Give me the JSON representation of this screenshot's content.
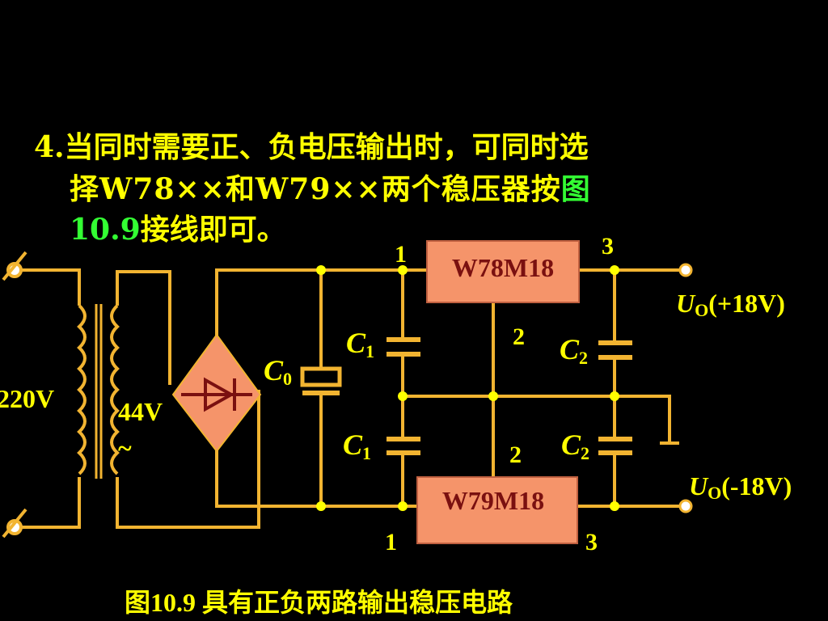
{
  "paragraph": {
    "line1": "4.当同时需要正、负电压输出时，可同时选",
    "line2": "择W78××和W79××两个稳压器按",
    "line2_link": "图",
    "line3_link": "10.9",
    "line3_rest": "接线即可。"
  },
  "circuit": {
    "input_voltage": "220V",
    "secondary_voltage": "44V",
    "ac_symbol": "~",
    "c0": {
      "letter": "C",
      "sub": "0"
    },
    "c1": {
      "letter": "C",
      "sub": "1"
    },
    "c2": {
      "letter": "C",
      "sub": "2"
    },
    "ic_positive": "W78M18",
    "ic_negative": "W79M18",
    "pins": {
      "in": "1",
      "gnd": "2",
      "out": "3"
    },
    "out_pos": {
      "letter": "U",
      "sub": "O",
      "value": "(+18V)"
    },
    "out_neg": {
      "letter": "U",
      "sub": "O",
      "value": "(-18V)"
    }
  },
  "caption": "图10.9 具有正负两路输出稳压电路",
  "colors": {
    "text": "#ffff00",
    "link": "#33ff33",
    "wire": "#f2b431",
    "component_fill": "#f5946a",
    "background": "#000000"
  }
}
